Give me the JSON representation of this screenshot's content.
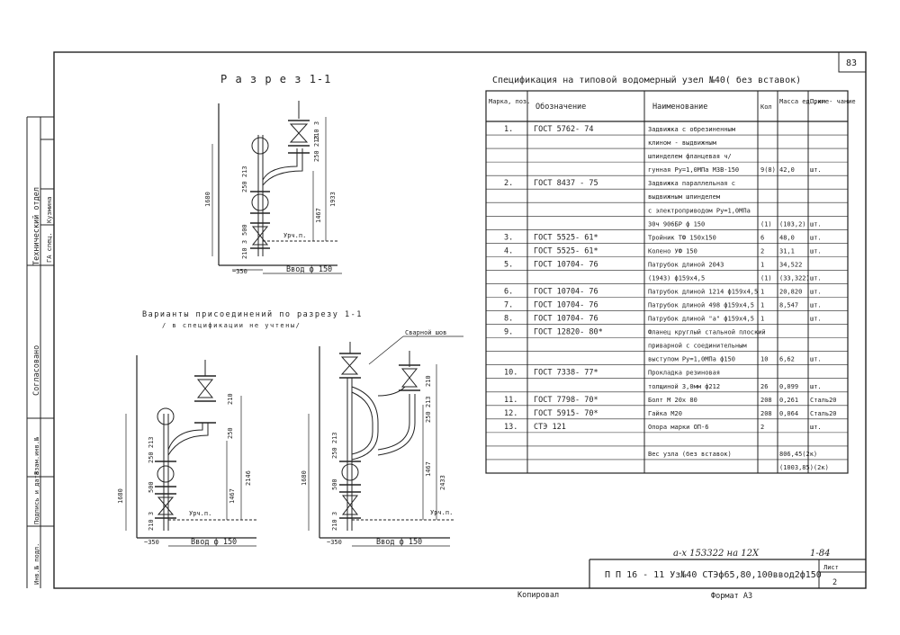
{
  "page_number": "83",
  "section1": {
    "title": "Р а з р е з  1-1"
  },
  "variants": {
    "title_line1": "Варианты присоединений по разрезу 1-1",
    "title_line2": "/ в спецификации не учтены/",
    "weld_label": "Сварной шов"
  },
  "drawing_labels": {
    "urch": "Урч.п.",
    "vvod": "Ввод ф 150",
    "dim_350": "~350",
    "dim_1680": "1680",
    "dim_1467": "1467",
    "dim_1933": "1933",
    "dim_2146": "2146",
    "dim_2433": "2433",
    "dim_500": "500",
    "dim_250": "250",
    "dim_210": "210",
    "dim_213": "213",
    "dim_3": "3",
    "dim_250_213": "250 213",
    "dim_210_3": "210 3"
  },
  "spec": {
    "title": "Спецификация на типовой водомерный узел №40( без вставок)",
    "headers": {
      "mark": "Марка, поз.",
      "designation": "Обозначение",
      "name": "Наименование",
      "qty": "Кол",
      "mass": "Масса ед.,кг",
      "note": "Приме- чание"
    },
    "rows": [
      {
        "pos": "1.",
        "doc": "ГОСТ 5762- 74",
        "name": "Задвижка с обрезиненным",
        "qty": "",
        "mass": "",
        "note": ""
      },
      {
        "pos": "",
        "doc": "",
        "name": "клином - выдвижным",
        "qty": "",
        "mass": "",
        "note": ""
      },
      {
        "pos": "",
        "doc": "",
        "name": "шпинделем фланцевая ч/",
        "qty": "",
        "mass": "",
        "note": ""
      },
      {
        "pos": "",
        "doc": "",
        "name": "гунная Ру=1,0МПа МЗВ-150",
        "qty": "9(8)",
        "mass": "42,0",
        "note": "шт."
      },
      {
        "pos": "2.",
        "doc": "ГОСТ 8437 - 75",
        "name": "Задвижка параллельная с",
        "qty": "",
        "mass": "",
        "note": ""
      },
      {
        "pos": "",
        "doc": "",
        "name": "выдвижным шпинделем",
        "qty": "",
        "mass": "",
        "note": ""
      },
      {
        "pos": "",
        "doc": "",
        "name": "с электроприводом Ру=1,0МПа",
        "qty": "",
        "mass": "",
        "note": ""
      },
      {
        "pos": "",
        "doc": "",
        "name": "30ч 906БР        ф 150",
        "qty": "(1)",
        "mass": "(103,2)",
        "note": "шт."
      },
      {
        "pos": "3.",
        "doc": "ГОСТ 5525- 61*",
        "name": "Тройник ТФ 150х150",
        "qty": "6",
        "mass": "48,0",
        "note": "шт."
      },
      {
        "pos": "4.",
        "doc": "ГОСТ 5525- 61*",
        "name": "Колено УФ 150",
        "qty": "2",
        "mass": "31,1",
        "note": "шт."
      },
      {
        "pos": "5.",
        "doc": "ГОСТ 10704- 76",
        "name": "Патрубок длиной 2043",
        "qty": "1",
        "mass": "34,522",
        "note": ""
      },
      {
        "pos": "",
        "doc": "",
        "name": "(1943)         ф159х4,5",
        "qty": "(1)",
        "mass": "(33,322)",
        "note": "шт."
      },
      {
        "pos": "6.",
        "doc": "ГОСТ 10704- 76",
        "name": "Патрубок длиной 1214 ф159х4,5",
        "qty": "1",
        "mass": "20,820",
        "note": "шт."
      },
      {
        "pos": "7.",
        "doc": "ГОСТ 10704- 76",
        "name": "Патрубок длиной 498 ф159х4,5",
        "qty": "1",
        "mass": "8,547",
        "note": "шт."
      },
      {
        "pos": "8.",
        "doc": "ГОСТ 10704- 76",
        "name": "Патрубок длиной \"а\" ф159х4,5",
        "qty": "1",
        "mass": "",
        "note": "шт."
      },
      {
        "pos": "9.",
        "doc": "ГОСТ 12820- 80*",
        "name": "Фланец круглый стальной плоский",
        "qty": "",
        "mass": "",
        "note": ""
      },
      {
        "pos": "",
        "doc": "",
        "name": "приварной с соединительным",
        "qty": "",
        "mass": "",
        "note": ""
      },
      {
        "pos": "",
        "doc": "",
        "name": "выступом Ру=1,0МПа  ф150",
        "qty": "10",
        "mass": "6,62",
        "note": "шт."
      },
      {
        "pos": "10.",
        "doc": "ГОСТ 7338- 77*",
        "name": "Прокладка резиновая",
        "qty": "",
        "mass": "",
        "note": ""
      },
      {
        "pos": "",
        "doc": "",
        "name": "толщиной 3,0мм   ф212",
        "qty": "26",
        "mass": "0,099",
        "note": "шт."
      },
      {
        "pos": "11.",
        "doc": "ГОСТ 7798- 70*",
        "name": "Болт М 20х 80",
        "qty": "208",
        "mass": "0,261",
        "note": "Сталь20"
      },
      {
        "pos": "12.",
        "doc": "ГОСТ 5915- 70*",
        "name": "Гайка М20",
        "qty": "208",
        "mass": "0,064",
        "note": "Сталь20"
      },
      {
        "pos": "13.",
        "doc": "СТЭ 121",
        "name": "Опора марки ОП-6",
        "qty": "2",
        "mass": "",
        "note": "шт."
      },
      {
        "pos": "",
        "doc": "",
        "name": "",
        "qty": "",
        "mass": "",
        "note": ""
      },
      {
        "pos": "",
        "doc": "",
        "name": "Вес узла (без вставок)",
        "qty": "",
        "mass": "806,45(2к)",
        "note": ""
      },
      {
        "pos": "",
        "doc": "",
        "name": "",
        "qty": "",
        "mass": "(1003,85)(2к)",
        "note": ""
      }
    ]
  },
  "side_stamp": {
    "tech_dept": "Технический отдел",
    "gaspec": "ГА спец.",
    "kuzmina": "Кузмина",
    "soglasovano": "Согласовано",
    "zam_inv": "Взам.инв.№",
    "podpis_data": "Подпись и дата",
    "inv_podl": "Инв.№ подл."
  },
  "title_block": {
    "code_handwritten": "а-х 153322 на 12Х",
    "year_handwritten": "1-84",
    "designation": "П П 16 - 11  Уз№40 СТЭф65,80,100ввод2ф150",
    "sheet_label": "Лист",
    "sheet_number": "2",
    "copied": "Копировал",
    "format": "Формат А3"
  }
}
